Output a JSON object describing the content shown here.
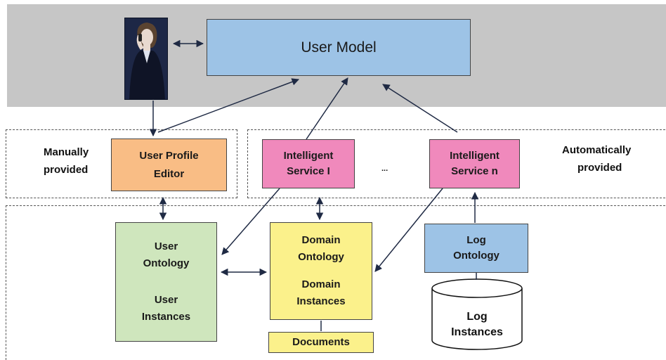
{
  "diagram": {
    "user_model": "User Model",
    "profile_editor": [
      "User Profile",
      "Editor"
    ],
    "manual_label": [
      "Manually",
      "provided"
    ],
    "auto_label": [
      "Automatically",
      "provided"
    ],
    "service_1": [
      "Intelligent",
      "Service I"
    ],
    "service_n": [
      "Intelligent",
      "Service n"
    ],
    "ellipsis": "...",
    "user_ontology": [
      "User",
      "Ontology"
    ],
    "user_instances": [
      "User",
      "Instances"
    ],
    "domain_ontology": [
      "Domain",
      "Ontology"
    ],
    "domain_instances": [
      "Domain",
      "Instances"
    ],
    "log_ontology": [
      "Log",
      "Ontology"
    ],
    "log_instances": [
      "Log",
      "Instances"
    ],
    "documents": "Documents"
  },
  "colors": {
    "band": "#c6c6c6",
    "user_model": "#9dc3e6",
    "profile_editor": "#f9bd85",
    "service": "#f089bc",
    "user_ontology": "#cfe6bd",
    "domain_ontology": "#fbf18b",
    "log_ontology": "#9dc3e6",
    "person_image": "#1d2746"
  }
}
